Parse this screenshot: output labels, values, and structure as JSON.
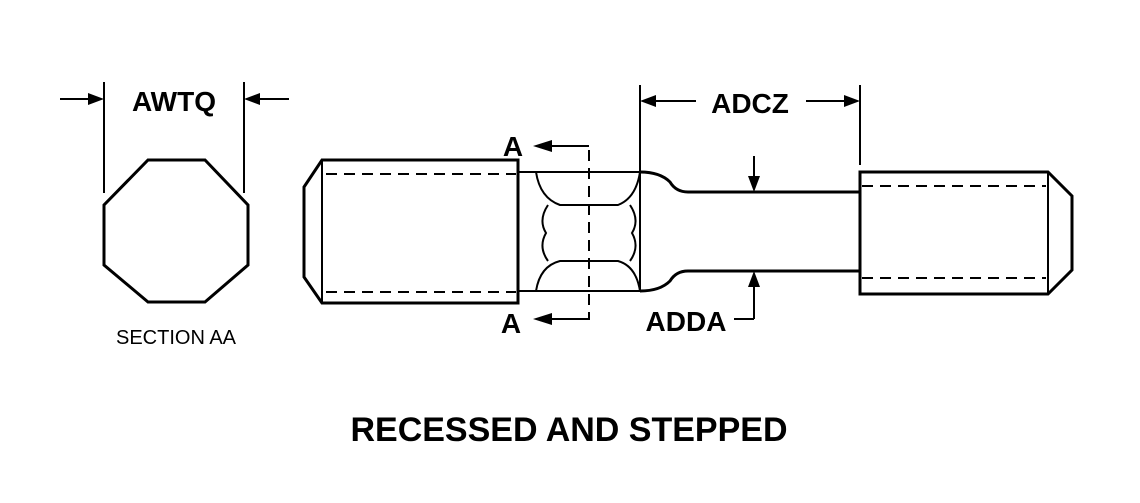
{
  "diagram": {
    "title": "RECESSED AND STEPPED",
    "section_label": "SECTION AA",
    "dimensions": {
      "width_across_flats": "AWTQ",
      "recess_length": "ADCZ",
      "recess_diameter": "ADDA"
    },
    "section_marker_top": "A",
    "section_marker_bottom": "A",
    "line_color": "#000000",
    "background_color": "#ffffff"
  }
}
